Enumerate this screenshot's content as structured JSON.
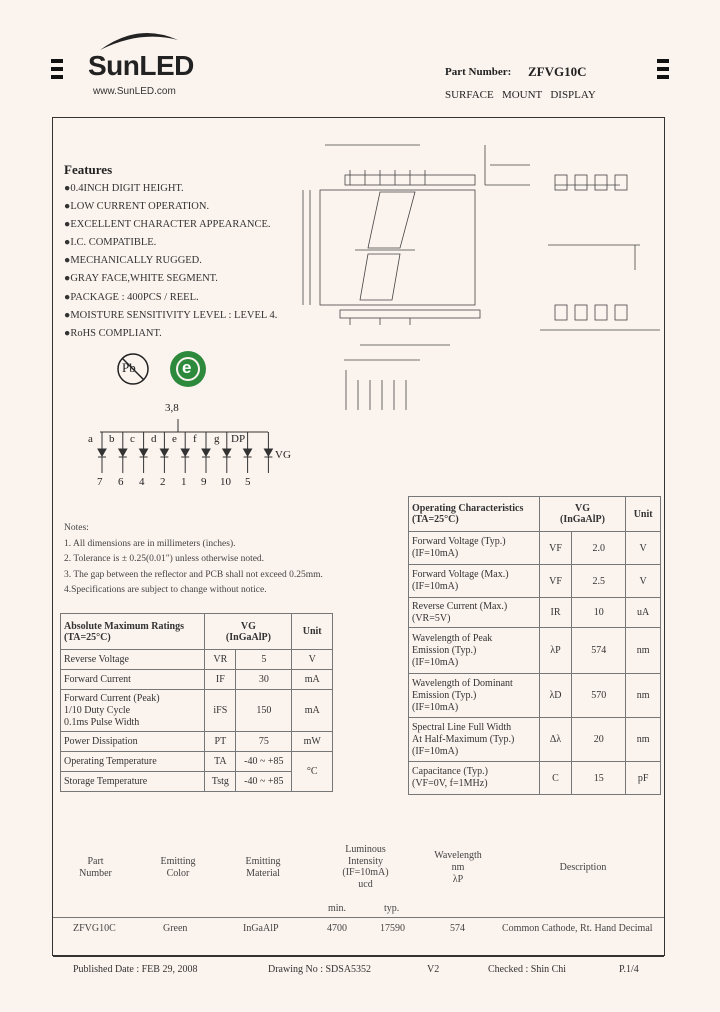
{
  "header": {
    "logo_text": "SunLED",
    "website": "www.SunLED.com",
    "part_number_label": "Part Number:",
    "part_number": "ZFVG10C",
    "product_type": "SURFACE   MOUNT   DISPLAY"
  },
  "features": {
    "title": "Features",
    "items": [
      "●0.4INCH DIGIT HEIGHT.",
      "●LOW CURRENT OPERATION.",
      "●EXCELLENT CHARACTER APPEARANCE.",
      "●I.C. COMPATIBLE.",
      "●MECHANICALLY RUGGED.",
      "●GRAY FACE,WHITE SEGMENT.",
      "●PACKAGE : 400PCS / REEL.",
      "●MOISTURE SENSITIVITY LEVEL : LEVEL 4.",
      "●RoHS COMPLIANT."
    ]
  },
  "badges": {
    "pb": "Pb",
    "rohs": "e"
  },
  "circuit": {
    "common_pin": "3,8",
    "segments": [
      "a",
      "b",
      "c",
      "d",
      "e",
      "f",
      "g",
      "DP"
    ],
    "pins": [
      "7",
      "6",
      "4",
      "2",
      "1",
      "9",
      "10",
      "5"
    ],
    "label": "VG"
  },
  "notes": {
    "title": "Notes:",
    "items": [
      "1. All dimensions are in millimeters (inches).",
      "2. Tolerance is ± 0.25(0.01\") unless otherwise noted.",
      "3. The gap between the reflector and PCB shall not exceed 0.25mm.",
      "4.Specifications are subject to change without notice."
    ]
  },
  "abs_max": {
    "header": [
      "Absolute Maximum Ratings",
      "(TA=25°C)",
      "VG",
      "(InGaAlP)",
      "Unit"
    ],
    "rows": [
      {
        "param": "Reverse Voltage",
        "sym": "VR",
        "val": "5",
        "unit": "V"
      },
      {
        "param": "Forward Current",
        "sym": "IF",
        "val": "30",
        "unit": "mA"
      },
      {
        "param": "Forward Current (Peak)\n1/10 Duty Cycle\n0.1ms Pulse Width",
        "sym": "iFS",
        "val": "150",
        "unit": "mA"
      },
      {
        "param": "Power Dissipation",
        "sym": "PT",
        "val": "75",
        "unit": "mW"
      },
      {
        "param": "Operating Temperature",
        "sym": "TA",
        "val": "-40 ~ +85",
        "unit": "°C"
      },
      {
        "param": "Storage Temperature",
        "sym": "Tstg",
        "val": "-40 ~ +85",
        "unit": ""
      }
    ]
  },
  "op_char": {
    "header": [
      "Operating Characteristics",
      "(TA=25°C)",
      "VG",
      "(InGaAlP)",
      "Unit"
    ],
    "rows": [
      {
        "param": "Forward Voltage (Typ.)\n(IF=10mA)",
        "sym": "VF",
        "val": "2.0",
        "unit": "V"
      },
      {
        "param": "Forward Voltage (Max.)\n(IF=10mA)",
        "sym": "VF",
        "val": "2.5",
        "unit": "V"
      },
      {
        "param": "Reverse Current (Max.)\n(VR=5V)",
        "sym": "IR",
        "val": "10",
        "unit": "uA"
      },
      {
        "param": "Wavelength of Peak\nEmission (Typ.)\n(IF=10mA)",
        "sym": "λP",
        "val": "574",
        "unit": "nm"
      },
      {
        "param": "Wavelength of Dominant\nEmission (Typ.)\n(IF=10mA)",
        "sym": "λD",
        "val": "570",
        "unit": "nm"
      },
      {
        "param": "Spectral Line Full Width\nAt Half-Maximum (Typ.)\n(IF=10mA)",
        "sym": "Δλ",
        "val": "20",
        "unit": "nm"
      },
      {
        "param": "Capacitance (Typ.)\n(VF=0V, f=1MHz)",
        "sym": "C",
        "val": "15",
        "unit": "pF"
      }
    ]
  },
  "selection": {
    "headers": {
      "part": "Part\nNumber",
      "color": "Emitting\nColor",
      "material": "Emitting\nMaterial",
      "intensity": "Luminous\nIntensity\n(IF=10mA)\nucd",
      "wavelength": "Wavelength\nnm\nλP",
      "desc": "Description",
      "min": "min.",
      "typ": "typ."
    },
    "row": {
      "part": "ZFVG10C",
      "color": "Green",
      "material": "InGaAlP",
      "min": "4700",
      "typ": "17590",
      "wavelength": "574",
      "desc": "Common Cathode, Rt. Hand Decimal"
    }
  },
  "footer": {
    "published": "Published Date : FEB 29, 2008",
    "drawing": "Drawing No : SDSA5352",
    "version": "V2",
    "checked": "Checked : Shin Chi",
    "page": "P.1/4"
  }
}
